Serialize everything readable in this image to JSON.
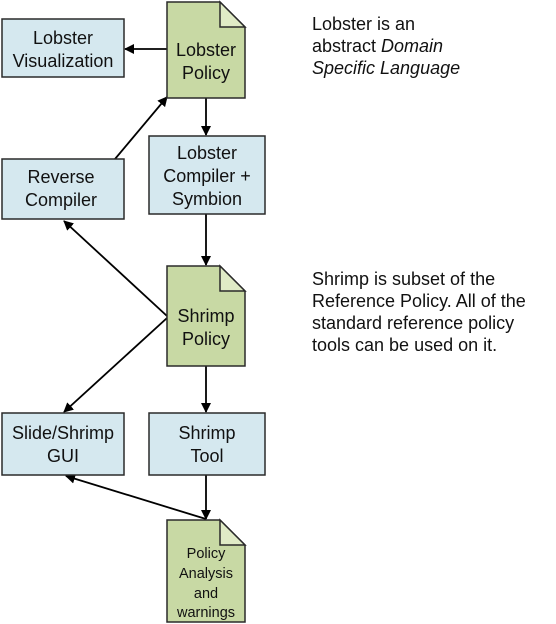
{
  "nodes": {
    "lobster_visualization": {
      "lines": [
        "Lobster",
        "Visualization"
      ]
    },
    "lobster_policy": {
      "lines": [
        "Lobster",
        "Policy"
      ]
    },
    "reverse_compiler": {
      "lines": [
        "Reverse",
        "Compiler"
      ]
    },
    "lobster_compiler": {
      "lines": [
        "Lobster",
        "Compiler +",
        "Symbion"
      ]
    },
    "shrimp_policy": {
      "lines": [
        "Shrimp",
        "Policy"
      ]
    },
    "slide_shrimp_gui": {
      "lines": [
        "Slide/Shrimp",
        "GUI"
      ]
    },
    "shrimp_tool": {
      "lines": [
        "Shrimp",
        "Tool"
      ]
    },
    "policy_analysis": {
      "lines": [
        "Policy",
        "Analysis",
        "and",
        "warnings"
      ]
    }
  },
  "notes": {
    "lobster": {
      "line1": "Lobster is an",
      "line2_plain": "abstract ",
      "line2_italic": "Domain",
      "line3_italic": "Specific Language"
    },
    "shrimp": {
      "lines": [
        "Shrimp is subset of the",
        "Reference Policy. All of the",
        "standard reference policy",
        "tools can be used on it."
      ]
    }
  },
  "colors": {
    "box_fill": "#d5e8ef",
    "document_fill": "#c8d9a4",
    "stroke": "#2a2a2a",
    "arrow": "#000000"
  }
}
